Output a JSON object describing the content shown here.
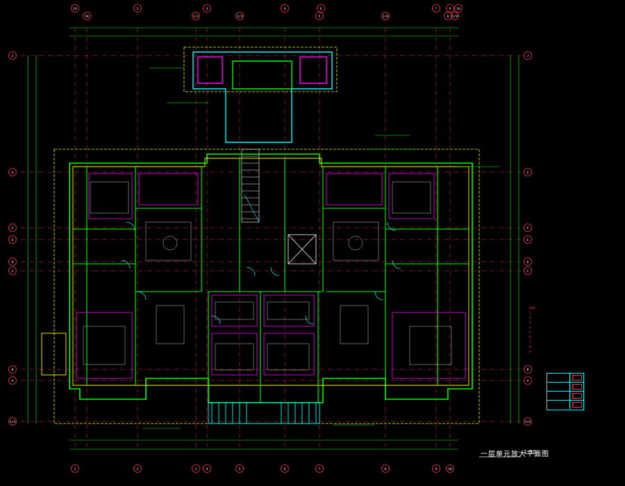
{
  "drawing_title": "一层单元放大平面图",
  "drawing_scale": "1:50",
  "note_lines": [
    "说明",
    "1.",
    "2.",
    "3.",
    "4.",
    "5.",
    "6.",
    "7.",
    "8.",
    "9."
  ],
  "grid_top": [
    "1A",
    "1B",
    "2",
    "1/2",
    "3",
    "1/3",
    "4",
    "5",
    "6",
    "1/6",
    "7",
    "8",
    "9",
    "1/9",
    "10"
  ],
  "grid_bottom": [
    "1",
    "2",
    "3",
    "4",
    "5",
    "6",
    "7",
    "8",
    "9",
    "10"
  ],
  "grid_left": [
    "J",
    "G",
    "F",
    "E",
    "D",
    "C",
    "B",
    "A",
    "1/A"
  ],
  "grid_right": [
    "J",
    "G",
    "F",
    "E",
    "D",
    "C",
    "B",
    "A",
    "1/A"
  ],
  "legend_rows": [
    "",
    "",
    "",
    ""
  ],
  "colors": {
    "background": "#000000",
    "walls": "#00ff00",
    "cyan": "#00ffff",
    "yellow": "#ffff00",
    "magenta": "#ff00ff",
    "red": "#ff3355",
    "white": "#ffffff"
  }
}
